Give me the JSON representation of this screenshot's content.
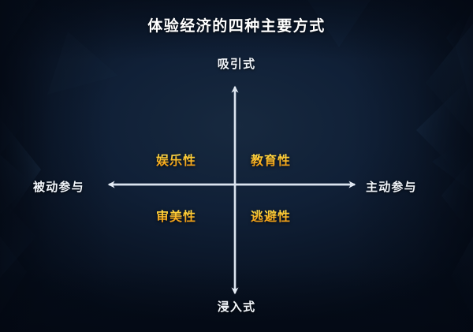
{
  "slide": {
    "title": "体验经济的四种主要方式",
    "background_color": "#0a1526",
    "accent_color": "#ffc21c",
    "axis_color": "#dfe7f0",
    "title_color": "#ffffff"
  },
  "axes": {
    "top_label": "吸引式",
    "bottom_label": "浸入式",
    "left_label": "被动参与",
    "right_label": "主动参与"
  },
  "quadrants": [
    {
      "position": "top-left",
      "label": "娱乐性"
    },
    {
      "position": "top-right",
      "label": "教育性"
    },
    {
      "position": "bottom-left",
      "label": "审美性"
    },
    {
      "position": "bottom-right",
      "label": "逃避性"
    }
  ],
  "chart_data": {
    "type": "scatter",
    "title": "体验经济的四种主要方式",
    "xlabel": "",
    "ylabel": "",
    "x_axis": {
      "negative_end": "被动参与",
      "positive_end": "主动参与"
    },
    "y_axis": {
      "negative_end": "浸入式",
      "positive_end": "吸引式"
    },
    "categories": [
      "娱乐性",
      "教育性",
      "审美性",
      "逃避性"
    ],
    "points": [
      {
        "label": "娱乐性",
        "x": -1,
        "y": 1
      },
      {
        "label": "教育性",
        "x": 1,
        "y": 1
      },
      {
        "label": "审美性",
        "x": -1,
        "y": -1
      },
      {
        "label": "逃避性",
        "x": 1,
        "y": -1
      }
    ],
    "grid": false,
    "legend": "none"
  }
}
